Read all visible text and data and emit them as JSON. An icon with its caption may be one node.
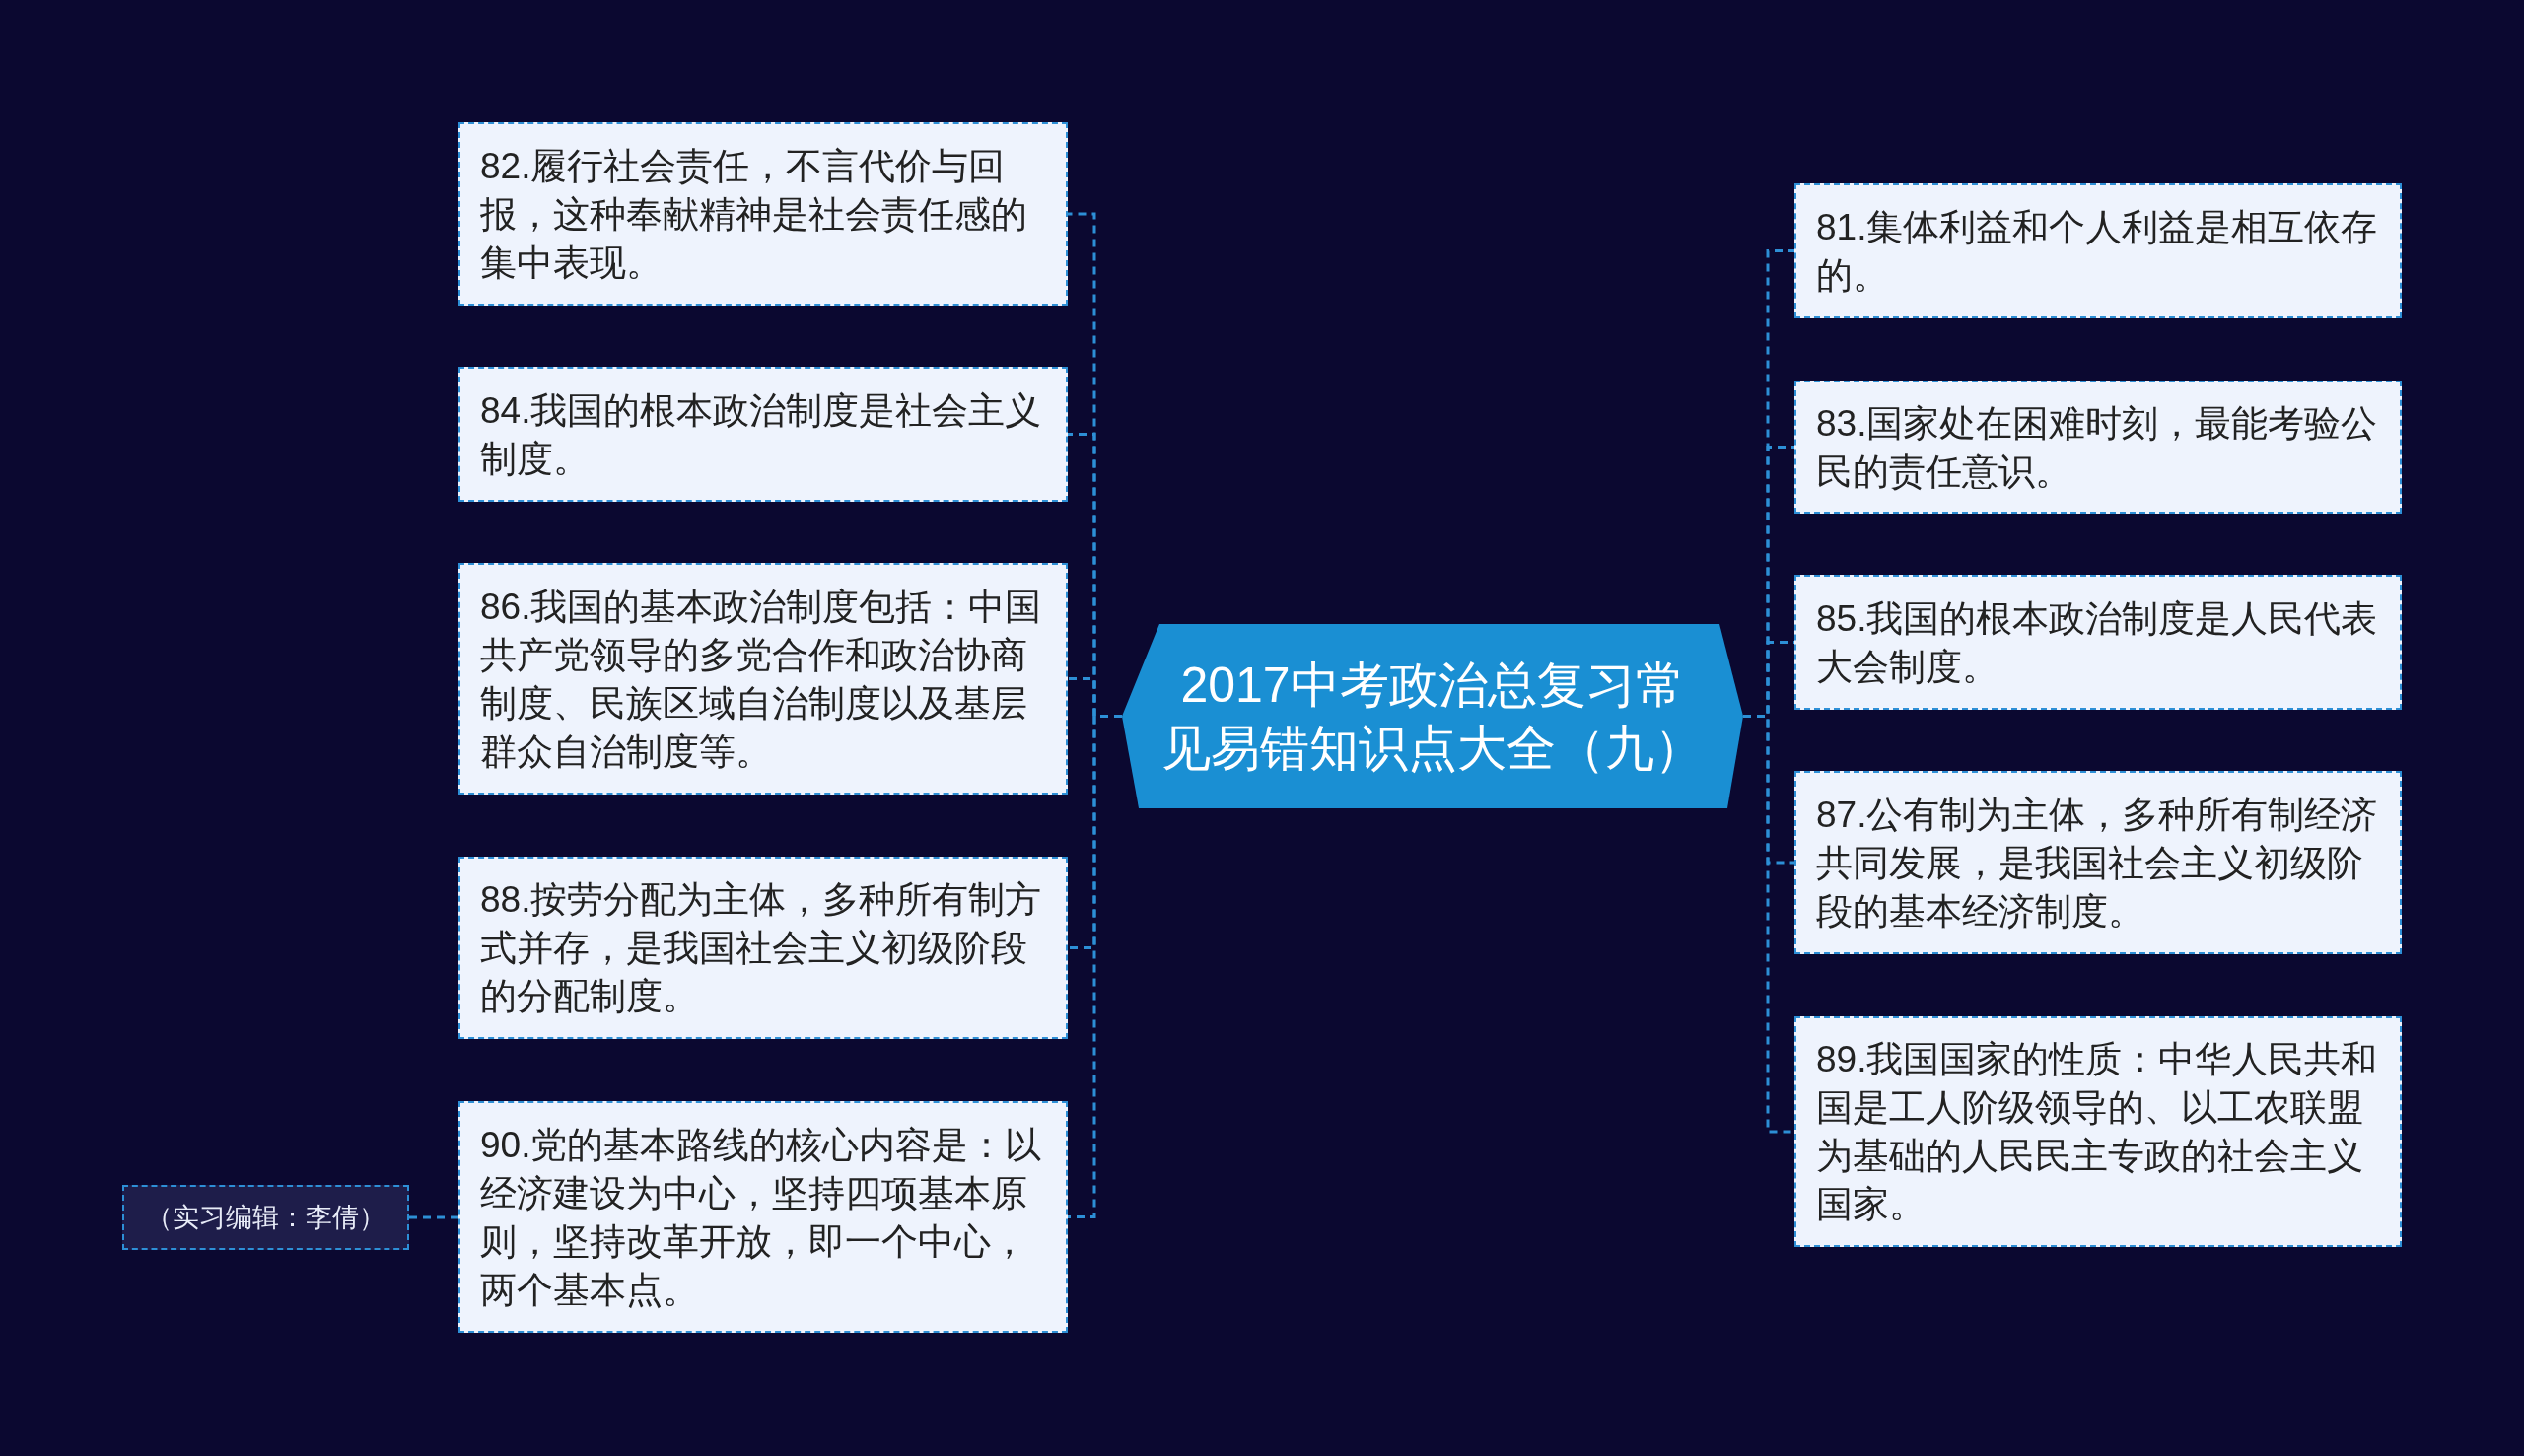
{
  "diagram": {
    "nodes": [
      {
        "text": [
          "2017中考政治总复习常见易错知识点大全（九）"
        ]
      },
      {
        "text": [
          "82.履行社会责任，不言代价与回报，这种奉献精神是社会责任感的集中表现。"
        ]
      },
      {
        "text": [
          "84.我国的根本政治制度是社会主义制度。"
        ]
      },
      {
        "text": [
          "86.我国的基本政治制度包括：中国共产党领导的多党合作和政治协商制度、民族区域自治制度以及基层群众自治制度等。"
        ]
      },
      {
        "text": [
          "88.按劳分配为主体，多种所有制方式并存，是我国社会主义初级阶段的分配制度。"
        ]
      },
      {
        "text": [
          "90.党的基本路线的核心内容是：以经济建设为中心，坚持四项基本原则，坚持改革开放，即一个中心，两个基本点。"
        ]
      },
      {
        "text": [
          "（实习编辑：李倩）"
        ]
      },
      {
        "text": [
          "81.集体利益和个人利益是相互依存的。"
        ]
      },
      {
        "text": [
          "83.国家处在困难时刻，最能考验公民的责任意识。"
        ]
      },
      {
        "text": [
          "85.我国的根本政治制度是人民代表大会制度。"
        ]
      },
      {
        "text": [
          "87.公有制为主体，多种所有制经济共同发展，是我国社会主义初级阶段的基本经济制度。"
        ]
      },
      {
        "text": [
          "89.我国国家的性质：中华人民共和国是工人阶级领导的、以工农联盟为基础的人民民主专政的社会主义国家。"
        ]
      }
    ],
    "edges": [
      {
        "from": 0,
        "to": 1,
        "arrow": "none",
        "style": "dashed"
      },
      {
        "from": 0,
        "to": 2,
        "arrow": "none",
        "style": "dashed"
      },
      {
        "from": 0,
        "to": 3,
        "arrow": "none",
        "style": "dashed"
      },
      {
        "from": 0,
        "to": 4,
        "arrow": "none",
        "style": "dashed"
      },
      {
        "from": 0,
        "to": 5,
        "arrow": "none",
        "style": "dashed"
      },
      {
        "from": 5,
        "to": 6,
        "arrow": "none",
        "style": "dashed"
      },
      {
        "from": 0,
        "to": 7,
        "arrow": "none",
        "style": "dashed"
      },
      {
        "from": 0,
        "to": 8,
        "arrow": "none",
        "style": "dashed"
      },
      {
        "from": 0,
        "to": 9,
        "arrow": "none",
        "style": "dashed"
      },
      {
        "from": 0,
        "to": 10,
        "arrow": "none",
        "style": "dashed"
      },
      {
        "from": 0,
        "to": 11,
        "arrow": "none",
        "style": "dashed"
      }
    ]
  }
}
